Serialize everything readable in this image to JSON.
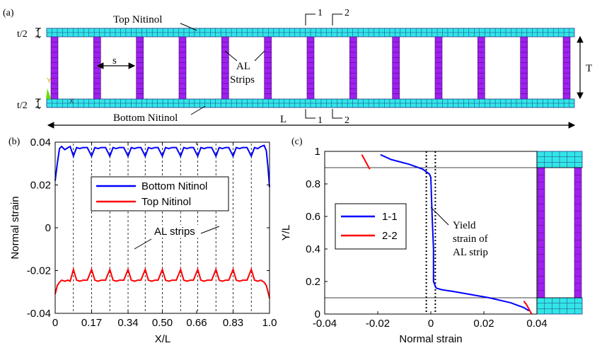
{
  "panel_a": {
    "label": "(a)",
    "top_label": "Top Nitinol",
    "bottom_label": "Bottom Nitinol",
    "strips_label_1": "AL",
    "strips_label_2": "Strips",
    "s_label": "s",
    "T_label": "T",
    "L_label": "L",
    "t2_top": "t/2",
    "t2_bottom": "t/2",
    "sec1_top": "1",
    "sec2_top": "2",
    "sec1_bottom": "1",
    "sec2_bottom": "2",
    "axis_y": "Y",
    "axis_x": "X",
    "colors": {
      "nitinol": "#33e6e6",
      "strip": "#a020f0",
      "mesh": "#1a3a8a"
    }
  },
  "chart_data": [
    {
      "panel": "(b)",
      "type": "line",
      "xlabel": "X/L",
      "ylabel": "Normal strain",
      "xlim": [
        0,
        1
      ],
      "ylim": [
        -0.04,
        0.04
      ],
      "xticks": [
        0,
        0.17,
        0.34,
        0.5,
        0.66,
        0.83,
        1
      ],
      "xtick_labels": [
        "0",
        "0.17",
        "0.34",
        "0.50",
        "0.66",
        "0.83",
        "1.0"
      ],
      "yticks": [
        -0.04,
        -0.02,
        0,
        0.02,
        0.04
      ],
      "ytick_labels": [
        "-0.04",
        "-0.02",
        "0",
        "0.02",
        "0.04"
      ],
      "strip_positions": [
        0.085,
        0.17,
        0.255,
        0.34,
        0.42,
        0.5,
        0.585,
        0.665,
        0.75,
        0.83,
        0.915
      ],
      "annotation": "AL strips",
      "legend_position": "top-center",
      "series": [
        {
          "name": "Bottom Nitinol",
          "color": "#0000ff",
          "x": [
            0,
            0.01,
            0.02,
            0.03,
            0.045,
            0.06,
            0.07,
            0.085,
            0.1,
            0.115,
            0.13,
            0.15,
            0.17,
            0.185,
            0.2,
            0.215,
            0.235,
            0.255,
            0.27,
            0.285,
            0.3,
            0.32,
            0.34,
            0.355,
            0.37,
            0.385,
            0.4,
            0.42,
            0.435,
            0.45,
            0.465,
            0.48,
            0.5,
            0.515,
            0.53,
            0.545,
            0.565,
            0.585,
            0.6,
            0.615,
            0.63,
            0.645,
            0.665,
            0.68,
            0.695,
            0.71,
            0.73,
            0.75,
            0.765,
            0.78,
            0.795,
            0.81,
            0.83,
            0.845,
            0.86,
            0.875,
            0.895,
            0.915,
            0.93,
            0.945,
            0.96,
            0.975,
            0.985,
            0.993,
            1.0
          ],
          "y": [
            0.022,
            0.03,
            0.037,
            0.038,
            0.0365,
            0.0375,
            0.038,
            0.0335,
            0.0375,
            0.037,
            0.0375,
            0.0375,
            0.0335,
            0.0375,
            0.037,
            0.0375,
            0.0375,
            0.0335,
            0.0375,
            0.037,
            0.0375,
            0.0375,
            0.0335,
            0.0375,
            0.037,
            0.0375,
            0.0375,
            0.0335,
            0.0375,
            0.037,
            0.0375,
            0.0375,
            0.0335,
            0.0375,
            0.037,
            0.0375,
            0.0375,
            0.0335,
            0.0375,
            0.037,
            0.0375,
            0.0375,
            0.0335,
            0.0375,
            0.037,
            0.0375,
            0.0375,
            0.0335,
            0.0375,
            0.037,
            0.0375,
            0.0375,
            0.0335,
            0.0375,
            0.037,
            0.0375,
            0.0375,
            0.0335,
            0.0375,
            0.037,
            0.038,
            0.0385,
            0.036,
            0.028,
            0.019
          ]
        },
        {
          "name": "Top Nitinol",
          "color": "#ff0000",
          "x": [
            0,
            0.01,
            0.02,
            0.03,
            0.045,
            0.06,
            0.07,
            0.085,
            0.1,
            0.115,
            0.13,
            0.15,
            0.17,
            0.185,
            0.2,
            0.215,
            0.235,
            0.255,
            0.27,
            0.285,
            0.3,
            0.32,
            0.34,
            0.355,
            0.37,
            0.385,
            0.4,
            0.42,
            0.435,
            0.45,
            0.465,
            0.48,
            0.5,
            0.515,
            0.53,
            0.545,
            0.565,
            0.585,
            0.6,
            0.615,
            0.63,
            0.645,
            0.665,
            0.68,
            0.695,
            0.71,
            0.73,
            0.75,
            0.765,
            0.78,
            0.795,
            0.81,
            0.83,
            0.845,
            0.86,
            0.875,
            0.895,
            0.915,
            0.93,
            0.945,
            0.96,
            0.975,
            0.985,
            0.993,
            1.0
          ],
          "y": [
            -0.031,
            -0.027,
            -0.0255,
            -0.0245,
            -0.025,
            -0.0245,
            -0.025,
            -0.0195,
            -0.0245,
            -0.025,
            -0.0245,
            -0.0245,
            -0.0195,
            -0.0245,
            -0.025,
            -0.0245,
            -0.0245,
            -0.0195,
            -0.0245,
            -0.025,
            -0.0245,
            -0.0245,
            -0.0195,
            -0.0245,
            -0.025,
            -0.0245,
            -0.0245,
            -0.0195,
            -0.0245,
            -0.025,
            -0.0245,
            -0.0245,
            -0.0195,
            -0.0245,
            -0.025,
            -0.0245,
            -0.0245,
            -0.0195,
            -0.0245,
            -0.025,
            -0.0245,
            -0.0245,
            -0.0195,
            -0.0245,
            -0.025,
            -0.0245,
            -0.0245,
            -0.0195,
            -0.0245,
            -0.025,
            -0.0245,
            -0.0245,
            -0.0195,
            -0.0245,
            -0.025,
            -0.0245,
            -0.0245,
            -0.0195,
            -0.0245,
            -0.025,
            -0.0245,
            -0.0255,
            -0.027,
            -0.03,
            -0.033
          ]
        }
      ]
    },
    {
      "panel": "(c)",
      "type": "line",
      "xlabel": "Normal strain",
      "ylabel": "Y/L",
      "xlim": [
        -0.04,
        0.04
      ],
      "ylim": [
        0,
        1
      ],
      "xticks": [
        -0.04,
        -0.02,
        0,
        0.02,
        0.04
      ],
      "xtick_labels": [
        "-0.04",
        "-0.02",
        "0",
        "0.02",
        "0.04"
      ],
      "yticks": [
        0,
        0.2,
        0.4,
        0.6,
        0.8,
        1
      ],
      "ytick_labels": [
        "0",
        "0.2",
        "0.4",
        "0.6",
        "0.8",
        "1"
      ],
      "hlines": [
        0.1,
        0.9
      ],
      "yield_lines": [
        -0.0017,
        0.0017
      ],
      "annotation_lines": [
        "Yield",
        "strain of",
        "AL strip"
      ],
      "legend_position": "middle-left",
      "series": [
        {
          "name": "1-1",
          "color": "#0000ff",
          "x": [
            -0.019,
            -0.015,
            -0.008,
            -0.003,
            -0.0005,
            0.0,
            0.0005,
            0.001,
            0.001,
            0.0015,
            0.002,
            0.004,
            0.008,
            0.015,
            0.022,
            0.03,
            0.035,
            0.037
          ],
          "y": [
            0.98,
            0.95,
            0.92,
            0.89,
            0.86,
            0.84,
            0.6,
            0.4,
            0.2,
            0.18,
            0.16,
            0.15,
            0.14,
            0.12,
            0.1,
            0.07,
            0.04,
            0.02
          ]
        },
        {
          "name": "2-2",
          "color": "#ff0000",
          "x": [
            -0.026,
            -0.025,
            -0.024,
            -0.023
          ],
          "y": [
            0.98,
            0.95,
            0.92,
            0.89
          ]
        },
        {
          "name": "",
          "color": "#ff0000",
          "x": [
            0.035,
            0.036,
            0.037,
            0.038
          ],
          "y": [
            0.08,
            0.06,
            0.03,
            0.0
          ]
        }
      ]
    }
  ]
}
